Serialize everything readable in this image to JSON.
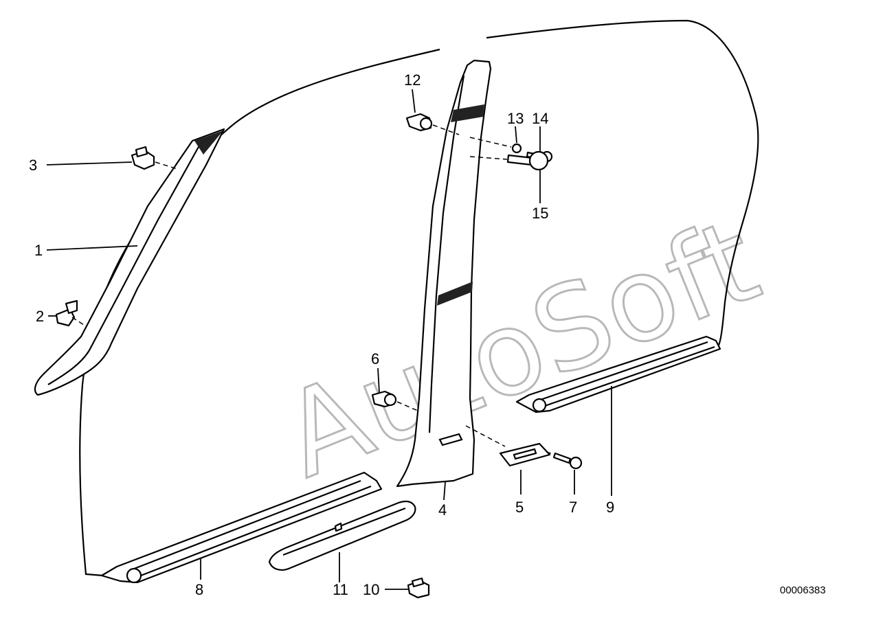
{
  "diagram": {
    "watermark": "AutoSoft",
    "document_number": "00006383",
    "callouts": [
      {
        "id": "1",
        "label": "1"
      },
      {
        "id": "2",
        "label": "2"
      },
      {
        "id": "3",
        "label": "3"
      },
      {
        "id": "4",
        "label": "4"
      },
      {
        "id": "5",
        "label": "5"
      },
      {
        "id": "6",
        "label": "6"
      },
      {
        "id": "7",
        "label": "7"
      },
      {
        "id": "8",
        "label": "8"
      },
      {
        "id": "9",
        "label": "9"
      },
      {
        "id": "10",
        "label": "10"
      },
      {
        "id": "11",
        "label": "11"
      },
      {
        "id": "12",
        "label": "12"
      },
      {
        "id": "13",
        "label": "13"
      },
      {
        "id": "14",
        "label": "14"
      },
      {
        "id": "15",
        "label": "15"
      }
    ]
  }
}
